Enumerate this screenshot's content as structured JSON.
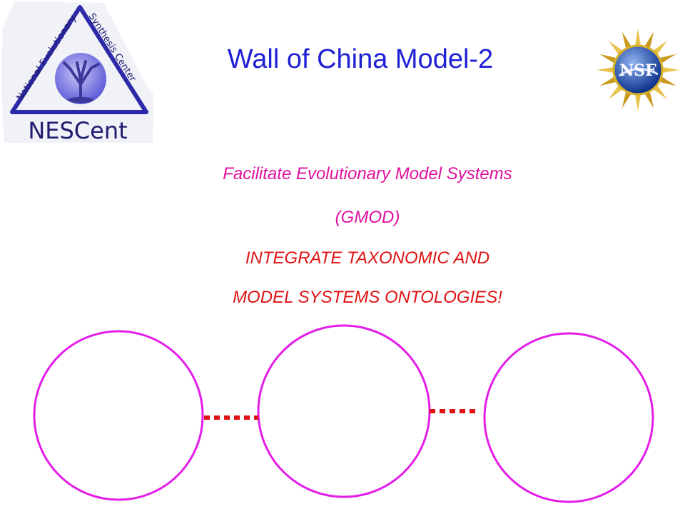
{
  "title": "Wall of China Model-2",
  "body_lines": [
    "Facilitate Evolutionary Model Systems",
    "(GMOD)",
    "INTEGRATE TAXONOMIC AND",
    "MODEL SYSTEMS ONTOLOGIES!"
  ],
  "logos": {
    "nescent": {
      "name": "NESCent",
      "text_left": "National Evolutionary",
      "text_right": "Synthesis Center",
      "icon": "tree-globe-icon"
    },
    "nsf": {
      "name": "NSF",
      "icon": "nsf-gold-sunburst-icon"
    }
  },
  "diagram": {
    "node_count": 3,
    "connector_count": 2,
    "colors": {
      "circle": "#e21ee8",
      "connector": "#e01313",
      "title": "#1f1fd6",
      "subtitle": "#e0109e",
      "emphasis": "#e01313"
    }
  }
}
